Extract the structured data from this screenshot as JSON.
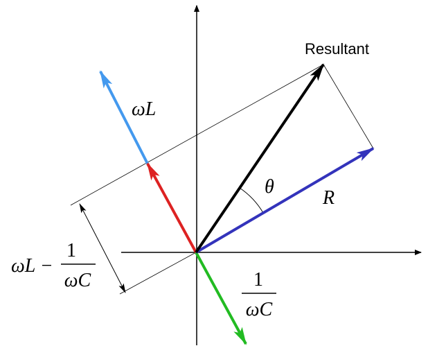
{
  "labels": {
    "resultant": "Resultant",
    "omega_l": "ωL",
    "theta": "θ",
    "r": "R",
    "net_reactance_lhs": "ωL −",
    "one": "1",
    "omega_c": "ωC"
  },
  "colors": {
    "resultant": "#000000",
    "resistance": "#3333bb",
    "inductive": "#4499ee",
    "net": "#dd2222",
    "capacitive": "#22bb22"
  }
}
